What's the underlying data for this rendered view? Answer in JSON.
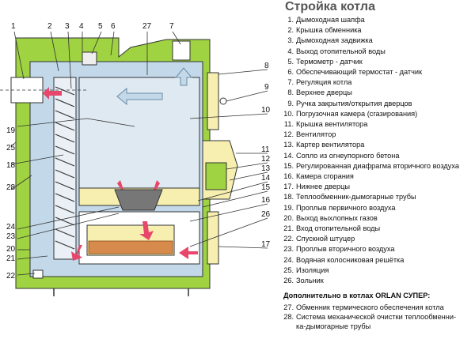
{
  "title": "Стройка котла",
  "legend": [
    {
      "num": "1.",
      "text": "Дымоходная шапфа"
    },
    {
      "num": "2.",
      "text": "Крышка обменника"
    },
    {
      "num": "3.",
      "text": "Дымоходная задвижка"
    },
    {
      "num": "4.",
      "text": "Выход отопительной воды"
    },
    {
      "num": "5.",
      "text": "Термометр - датчик"
    },
    {
      "num": "6.",
      "text": "Обеспечивающий термостат - датчик"
    },
    {
      "num": "7.",
      "text": "Регуляция котла"
    },
    {
      "num": "8.",
      "text": "Верхнее дверцы"
    },
    {
      "num": "9.",
      "text": "Ручка закрытия/открытия дверцов"
    },
    {
      "num": "10.",
      "text": "Погрузочная камера (сгазирования)"
    },
    {
      "num": "11.",
      "text": "Крышка вентилятора"
    },
    {
      "num": "12.",
      "text": "Вентилятор"
    },
    {
      "num": "13.",
      "text": "Картер вентилятора"
    },
    {
      "num": "14.",
      "text": "Сопло из огнеупорного бетона"
    },
    {
      "num": "15.",
      "text": "Регулированная диафрагма вторичного воздуха"
    },
    {
      "num": "16.",
      "text": "Камера сгорания"
    },
    {
      "num": "17.",
      "text": "Нижнее дверцы"
    },
    {
      "num": "18.",
      "text": "Теплообменник-дымогарные трубы"
    },
    {
      "num": "19.",
      "text": "Проплыв первичного воздуха"
    },
    {
      "num": "20.",
      "text": "Выход выхлопных газов"
    },
    {
      "num": "21.",
      "text": "Вход отопительной воды"
    },
    {
      "num": "22.",
      "text": "Спускной штуцер"
    },
    {
      "num": "23.",
      "text": "Проплыв вторичного воздуха"
    },
    {
      "num": "24.",
      "text": "Водяная колосниковая решётка"
    },
    {
      "num": "25.",
      "text": "Изоляция"
    },
    {
      "num": "26.",
      "text": "Зольник"
    }
  ],
  "extra_title": "Дополнительно в котлах ORLAN СУПЕР:",
  "extra": [
    {
      "num": "27.",
      "text": "Обменник термического обеспечения котла"
    },
    {
      "num": "28.",
      "text": "Система механической очистки теплообменни-"
    },
    {
      "num": "",
      "text": "ка-дымогарные трубы"
    }
  ],
  "callouts": {
    "top": [
      "1",
      "2",
      "3",
      "4",
      "5",
      "6",
      "27",
      "7"
    ],
    "right": [
      "8",
      "9",
      "10",
      "11",
      "12",
      "13",
      "14",
      "15",
      "16",
      "26",
      "17"
    ],
    "left": [
      "19",
      "25",
      "18",
      "28",
      "24",
      "23",
      "20",
      "21",
      "22"
    ]
  },
  "colors": {
    "insulation": "#9fd341",
    "water_blue": "#c3d9ea",
    "fire_orange": "#d68a4b",
    "arrow_red": "#e8466a",
    "line": "#333333"
  }
}
